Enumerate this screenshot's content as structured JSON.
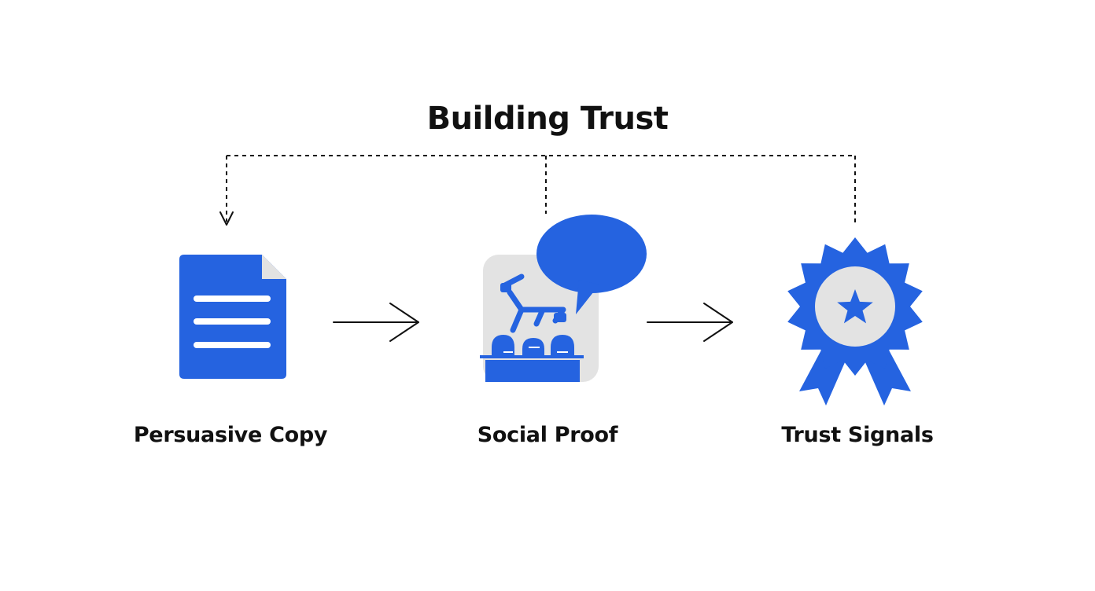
{
  "diagram": {
    "title": "Building Trust",
    "nodes": [
      {
        "id": "persuasive-copy",
        "label": "Persuasive Copy",
        "icon": "document-icon"
      },
      {
        "id": "social-proof",
        "label": "Social Proof",
        "icon": "chat-review-icon"
      },
      {
        "id": "trust-signals",
        "label": "Trust Signals",
        "icon": "award-badge-icon"
      }
    ],
    "edges": [
      {
        "from": "persuasive-copy",
        "to": "social-proof",
        "style": "solid-arrow"
      },
      {
        "from": "social-proof",
        "to": "trust-signals",
        "style": "solid-arrow"
      },
      {
        "from": "trust-signals",
        "to": "persuasive-copy",
        "style": "dashed-feedback"
      },
      {
        "from": "social-proof",
        "to": "persuasive-copy",
        "style": "dashed-feedback"
      }
    ]
  },
  "colors": {
    "accent": "#2563E0",
    "panel": "#E3E3E3",
    "text": "#111111",
    "connector": "#111111"
  }
}
